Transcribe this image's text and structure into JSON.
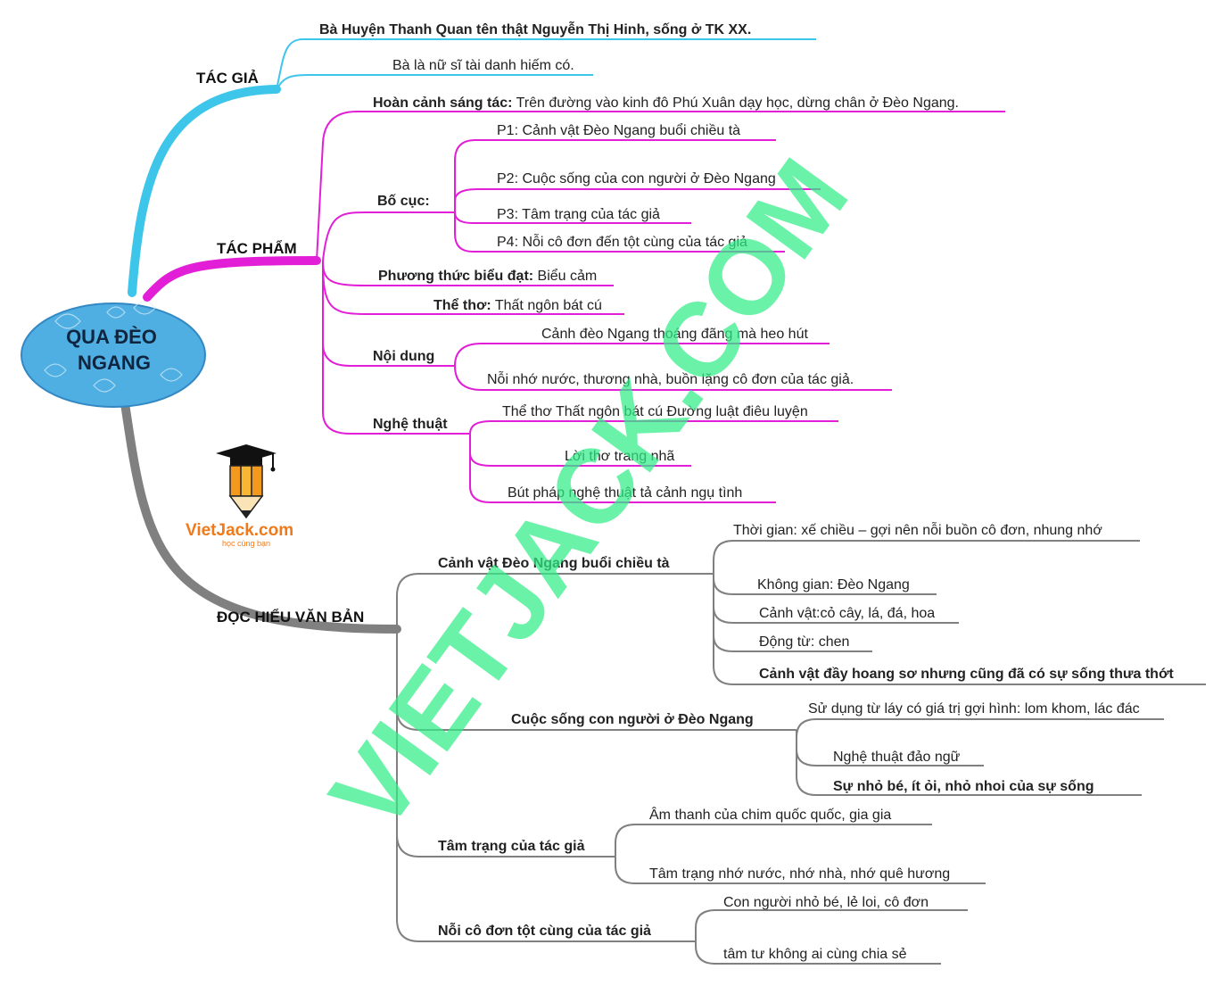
{
  "center": {
    "line1": "QUA ĐÈO",
    "line2": "NGANG"
  },
  "colors": {
    "tacgia": "#3ec5ea",
    "tacpham": "#e21fd6",
    "dochieu": "#808080",
    "watermark": "#33ee88",
    "center_fill": "#4faee2",
    "logo_orange": "#f07a1a"
  },
  "branches": {
    "tacgia": {
      "label": "TÁC GIẢ",
      "items": [
        "Bà Huyện Thanh Quan tên thật Nguyễn Thị Hinh, sống ở TK XX.",
        "Bà là nữ sĩ tài danh hiếm có."
      ]
    },
    "tacpham": {
      "label": "TÁC PHẨM",
      "hoancanh": {
        "key": "Hoàn cảnh sáng tác:",
        "value": " Trên đường vào kinh đô Phú Xuân dạy học, dừng chân ở Đèo Ngang."
      },
      "bocuc": {
        "label": "Bố cục:",
        "items": [
          "P1: Cảnh vật Đèo Ngang buổi chiều tà",
          "P2: Cuộc sống của con người ở Đèo Ngang",
          "P3: Tâm trạng của tác giả",
          "P4: Nỗi cô đơn đến tột cùng của tác giả"
        ]
      },
      "phuongthuc": {
        "key": "Phương thức biểu đạt:",
        "value": " Biểu cảm"
      },
      "thetho": {
        "key": "Thể thơ:",
        "value": " Thất ngôn bát cú"
      },
      "noidung": {
        "label": "Nội dung",
        "items": [
          "Cảnh đèo Ngang thoáng đãng mà heo hút",
          "Nỗi nhớ nước, thương nhà, buồn lặng cô đơn của tác giả."
        ]
      },
      "nghethuat": {
        "label": "Nghệ thuật",
        "items": [
          "Thể thơ Thất ngôn bát cú Đường luật điêu luyện",
          "Lời thơ trang nhã",
          "Bút pháp nghệ thuật tả cảnh ngụ tình"
        ]
      }
    },
    "dochieu": {
      "label": "ĐỌC HIỂU VĂN BẢN",
      "canhvat": {
        "label": "Cảnh vật Đèo Ngang buổi chiều tà",
        "items": [
          "Thời gian: xế chiều – gợi nên nỗi buồn cô đơn, nhung nhớ",
          "Không gian: Đèo Ngang",
          "Cảnh vật:cỏ cây, lá, đá, hoa",
          "Động từ: chen",
          "Cảnh vật đầy hoang sơ nhưng cũng đã có sự sống thưa thớt"
        ]
      },
      "cuocsong": {
        "label": "Cuộc sống con người ở Đèo Ngang",
        "items": [
          "Sử dụng từ láy có giá trị gợi hình: lom khom, lác đác",
          "Nghệ thuật đảo ngữ",
          "Sự nhỏ bé, ít ỏi, nhỏ nhoi của sự sống"
        ]
      },
      "tamtrang": {
        "label": "Tâm trạng của tác giả",
        "items": [
          "Âm thanh của chim quốc quốc, gia gia",
          "Tâm trạng nhớ nước, nhớ nhà, nhớ quê hương"
        ]
      },
      "noicodon": {
        "label": "Nỗi cô đơn tột cùng của tác giả",
        "items": [
          "Con người nhỏ bé, lẻ loi, cô đơn",
          "tâm tư không ai cùng chia sẻ"
        ]
      }
    }
  },
  "logo": {
    "name": "VietJack.com",
    "tagline": "học cùng bạn"
  },
  "watermark": "VIETJACK.COM"
}
